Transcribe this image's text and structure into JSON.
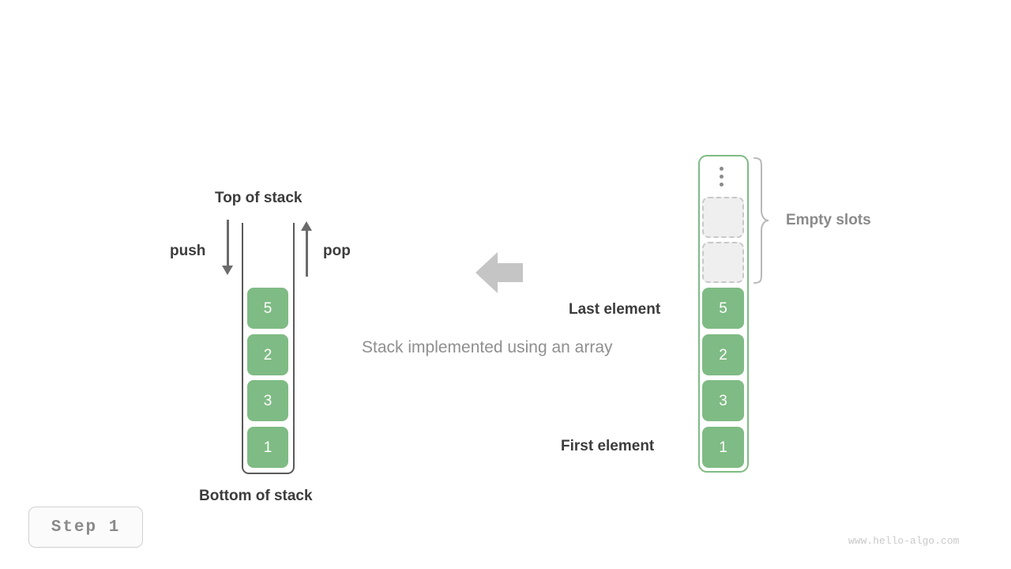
{
  "diagram": {
    "caption": "Stack implemented using an array",
    "step_badge": "Step 1",
    "watermark": "www.hello-algo.com",
    "accent_green": "#7fbb84",
    "arrow_gray": "#c5c5c5",
    "text_dark": "#3c3c3c",
    "text_gray": "#8a8a8a"
  },
  "stack": {
    "top_label": "Top of stack",
    "bottom_label": "Bottom of stack",
    "push_label": "push",
    "pop_label": "pop",
    "cells": [
      {
        "value": "5"
      },
      {
        "value": "2"
      },
      {
        "value": "3"
      },
      {
        "value": "1"
      }
    ]
  },
  "array": {
    "empty_slots_label": "Empty slots",
    "last_element_label": "Last element",
    "first_element_label": "First element",
    "ellipsis": "⋮",
    "cells": [
      {
        "value": "",
        "state": "empty"
      },
      {
        "value": "",
        "state": "empty"
      },
      {
        "value": "5",
        "state": "filled"
      },
      {
        "value": "2",
        "state": "filled"
      },
      {
        "value": "3",
        "state": "filled"
      },
      {
        "value": "1",
        "state": "filled"
      }
    ]
  }
}
